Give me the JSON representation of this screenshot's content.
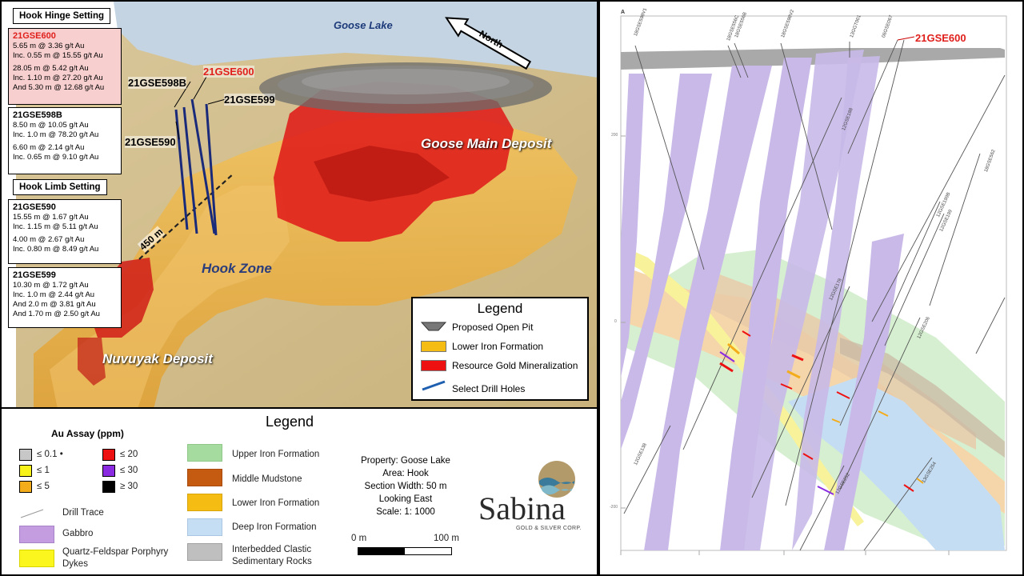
{
  "map": {
    "lake_label": "Goose Lake",
    "north_label": "North",
    "goose_main": "Goose Main Deposit",
    "hook_zone": "Hook Zone",
    "nuvuyak": "Nuvuyak Deposit",
    "distance": "450 m",
    "hole_labels": {
      "h598b": "21GSE598B",
      "h600": "21GSE600",
      "h599": "21GSE599",
      "h590": "21GSE590"
    }
  },
  "sections": {
    "hinge": "Hook Hinge Setting",
    "limb": "Hook Limb Setting"
  },
  "assays": {
    "h600": {
      "title": "21GSE600",
      "lines": [
        "5.65 m @ 3.36 g/t Au",
        "Inc. 0.55 m @ 15.55 g/t Au"
      ],
      "lines2": [
        "28.05 m @ 5.42 g/t Au",
        "Inc. 1.10 m @ 27.20 g/t Au",
        "And 5.30 m @ 12.68 g/t Au"
      ]
    },
    "h598b": {
      "title": "21GSE598B",
      "lines": [
        "8.50 m @ 10.05 g/t Au",
        "Inc. 1.0 m @ 78.20 g/t Au"
      ],
      "lines2": [
        "6.60 m @ 2.14 g/t Au",
        "Inc. 0.65 m @ 9.10 g/t Au"
      ]
    },
    "h590": {
      "title": "21GSE590",
      "lines": [
        "15.55 m @ 1.67 g/t Au",
        "Inc. 1.15 m @ 5.11 g/t Au"
      ],
      "lines2": [
        "4.00 m @ 2.67 g/t Au",
        "Inc. 0.80 m @ 8.49 g/t Au"
      ]
    },
    "h599": {
      "title": "21GSE599",
      "lines": [
        "10.30 m @ 1.72 g/t Au",
        "Inc. 1.0 m @ 2.44 g/t Au",
        "And 2.0 m @ 3.81 g/t Au",
        "And 1.70 m @ 2.50 g/t Au"
      ]
    }
  },
  "map_legend": {
    "title": "Legend",
    "items": [
      "Proposed Open Pit",
      "Lower Iron Formation",
      "Resource Gold Mineralization",
      "Select Drill Holes"
    ]
  },
  "legend": {
    "title": "Legend",
    "au_title": "Au Assay (ppm)",
    "au_items": [
      "≤ 0.1 •",
      "≤ 1",
      "≤ 5",
      "≤ 20",
      "≤ 30",
      "≥ 30"
    ],
    "drill_trace": "Drill Trace",
    "gabbro": "Gabbro",
    "porphyry": "Quartz-Feldspar Porphyry Dykes",
    "units": [
      "Upper Iron Formation",
      "Middle Mudstone",
      "Lower Iron Formation",
      "Deep Iron Formation",
      "Interbedded Clastic Sedimentary Rocks"
    ],
    "info": [
      "Property: Goose Lake",
      "Area: Hook",
      "Section Width: 50 m",
      "Looking East",
      "Scale: 1: 1000"
    ],
    "scale_start": "0 m",
    "scale_end": "100 m",
    "brand": "Sabina",
    "brand_sub": "GOLD & SILVER CORP."
  },
  "section": {
    "corner": "A",
    "highlight": "21GSE600",
    "holes": [
      "18GSE598V1",
      "18GSE556C",
      "18GSE556B",
      "18GSE598V2",
      "13GGT001",
      "06GSE067",
      "12GSE188",
      "18GSE562",
      "12GSE199B",
      "12GSE199",
      "12GSE178",
      "12GSE206",
      "12GSE138",
      "12GSE252",
      "13GSE254"
    ],
    "elevations": [
      "200",
      "0",
      "-200"
    ]
  },
  "colors": {
    "accent_red": "#e0201c",
    "hole_blue": "#1a2a7a",
    "gabbro": "#c8b9e8",
    "lower_if": "#f5d79a"
  }
}
